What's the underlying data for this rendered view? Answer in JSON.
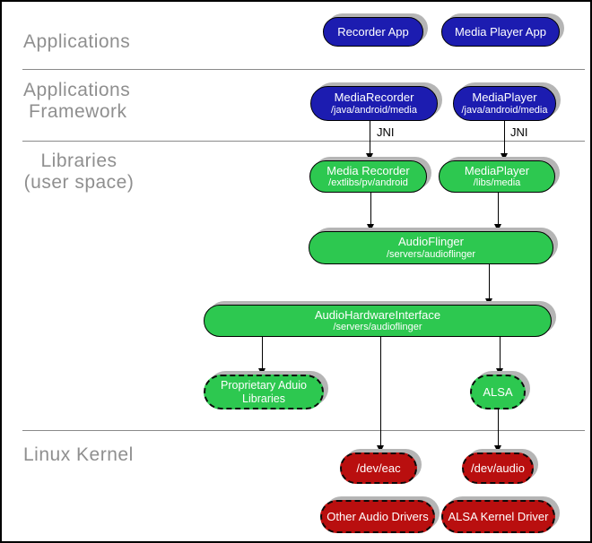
{
  "layers": {
    "applications": "Applications",
    "framework_line1": "Applications",
    "framework_line2": "Framework",
    "libraries_line1": "Libraries",
    "libraries_line2": "(user space)",
    "linux_kernel": "Linux Kernel"
  },
  "nodes": {
    "recorder_app": {
      "line1": "Recorder App"
    },
    "media_player_app": {
      "line1": "Media Player App"
    },
    "media_recorder_fw": {
      "line1": "MediaRecorder",
      "line2": "/java/android/media"
    },
    "media_player_fw": {
      "line1": "MediaPlayer",
      "line2": "/java/android/media"
    },
    "media_recorder_lib": {
      "line1": "Media Recorder",
      "line2": "/extlibs/pv/android"
    },
    "media_player_lib": {
      "line1": "MediaPlayer",
      "line2": "/libs/media"
    },
    "audioflinger": {
      "line1": "AudioFlinger",
      "line2": "/servers/audioflinger"
    },
    "audio_hw_interface": {
      "line1": "AudioHardwareInterface",
      "line2": "/servers/audioflinger"
    },
    "proprietary_libs": {
      "line1": "Proprietary Aduio",
      "line2": "Libraries"
    },
    "alsa": {
      "line1": "ALSA"
    },
    "dev_eac": {
      "line1": "/dev/eac"
    },
    "dev_audio": {
      "line1": "/dev/audio"
    },
    "other_audio_drivers": {
      "line1": "Other Audio Drivers"
    },
    "alsa_kernel_driver": {
      "line1": "ALSA Kernel Driver"
    }
  },
  "edge_labels": {
    "jni_left": "JNI",
    "jni_right": "JNI"
  },
  "edges": [
    {
      "from": "media_recorder_fw",
      "to": "media_recorder_lib",
      "label": "JNI"
    },
    {
      "from": "media_player_fw",
      "to": "media_player_lib",
      "label": "JNI"
    },
    {
      "from": "media_recorder_lib",
      "to": "audioflinger"
    },
    {
      "from": "media_player_lib",
      "to": "audioflinger"
    },
    {
      "from": "audioflinger",
      "to": "audio_hw_interface"
    },
    {
      "from": "audio_hw_interface",
      "to": "proprietary_libs"
    },
    {
      "from": "audio_hw_interface",
      "to": "dev_eac"
    },
    {
      "from": "audio_hw_interface",
      "to": "alsa"
    },
    {
      "from": "alsa",
      "to": "dev_audio"
    }
  ],
  "colors": {
    "app_blue": "#1c1cb0",
    "lib_green": "#2dc850",
    "kernel_red": "#b90f0f",
    "shadow_gray": "#b5b5b5",
    "label_gray": "#8f8f8f",
    "divider_gray": "#8a8a8a"
  }
}
